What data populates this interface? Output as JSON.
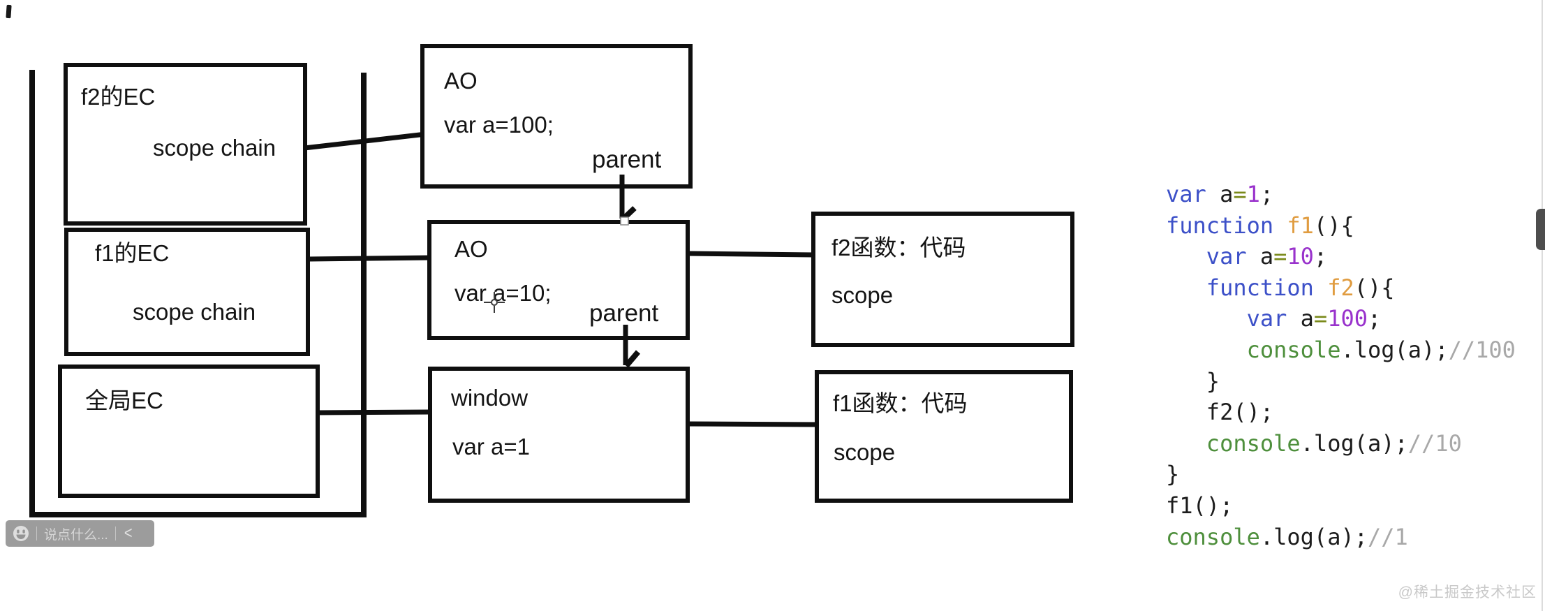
{
  "diagram": {
    "boxes": {
      "f2ec": {
        "title": "f2的EC",
        "sub": "scope chain"
      },
      "f1ec": {
        "title": "f1的EC",
        "sub": "scope chain"
      },
      "global": {
        "title": "全局EC"
      },
      "ao1": {
        "title": "AO",
        "variable": "var a=100;",
        "parent_label": "parent"
      },
      "ao2": {
        "title": "AO",
        "variable": "var a=10;",
        "parent_label": "parent"
      },
      "win": {
        "title": "window",
        "variable": "var a=1"
      },
      "f2fn": {
        "title": "f2函数：代码",
        "sub": "scope"
      },
      "f1fn": {
        "title": "f1函数：代码",
        "sub": "scope"
      }
    }
  },
  "code": {
    "lines": [
      [
        {
          "t": "var",
          "c": "kw"
        },
        {
          "t": " a",
          "c": "pl"
        },
        {
          "t": "=",
          "c": "op"
        },
        {
          "t": "1",
          "c": "num"
        },
        {
          "t": ";",
          "c": "pl"
        }
      ],
      [
        {
          "t": "function",
          "c": "kw"
        },
        {
          "t": " ",
          "c": "pl"
        },
        {
          "t": "f1",
          "c": "fn"
        },
        {
          "t": "(){",
          "c": "pl"
        }
      ],
      [
        {
          "t": "   ",
          "c": "pl"
        },
        {
          "t": "var",
          "c": "kw"
        },
        {
          "t": " a",
          "c": "pl"
        },
        {
          "t": "=",
          "c": "op"
        },
        {
          "t": "10",
          "c": "num"
        },
        {
          "t": ";",
          "c": "pl"
        }
      ],
      [
        {
          "t": "   ",
          "c": "pl"
        },
        {
          "t": "function",
          "c": "kw"
        },
        {
          "t": " ",
          "c": "pl"
        },
        {
          "t": "f2",
          "c": "fn"
        },
        {
          "t": "(){",
          "c": "pl"
        }
      ],
      [
        {
          "t": "      ",
          "c": "pl"
        },
        {
          "t": "var",
          "c": "kw"
        },
        {
          "t": " a",
          "c": "pl"
        },
        {
          "t": "=",
          "c": "op"
        },
        {
          "t": "100",
          "c": "num"
        },
        {
          "t": ";",
          "c": "pl"
        }
      ],
      [
        {
          "t": "      ",
          "c": "pl"
        },
        {
          "t": "console",
          "c": "cls"
        },
        {
          "t": ".log(a);",
          "c": "pl"
        },
        {
          "t": "//100",
          "c": "cm"
        }
      ],
      [
        {
          "t": "   }",
          "c": "pl"
        }
      ],
      [
        {
          "t": "   f2();",
          "c": "pl"
        }
      ],
      [
        {
          "t": "   ",
          "c": "pl"
        },
        {
          "t": "console",
          "c": "cls"
        },
        {
          "t": ".log(a);",
          "c": "pl"
        },
        {
          "t": "//10",
          "c": "cm"
        }
      ],
      [
        {
          "t": "}",
          "c": "pl"
        }
      ],
      [
        {
          "t": "f1();",
          "c": "pl"
        }
      ],
      [
        {
          "t": "console",
          "c": "cls"
        },
        {
          "t": ".log(a);",
          "c": "pl"
        },
        {
          "t": "//1",
          "c": "cm"
        }
      ]
    ]
  },
  "chat": {
    "placeholder": "说点什么...",
    "collapse_label": "<"
  },
  "watermark": "@稀土掘金技术社区",
  "colors": {
    "keyword": "#3c50c8",
    "function_name": "#e09c40",
    "number": "#9932cc",
    "operator": "#7a8a1a",
    "class_name": "#4e8f3c",
    "comment": "#a8a8a8",
    "ink": "#0f0f0f",
    "chatbar_bg": "#949494",
    "scroll_thumb": "#4d4d4d",
    "watermark_gray": "#c9c9c9"
  }
}
